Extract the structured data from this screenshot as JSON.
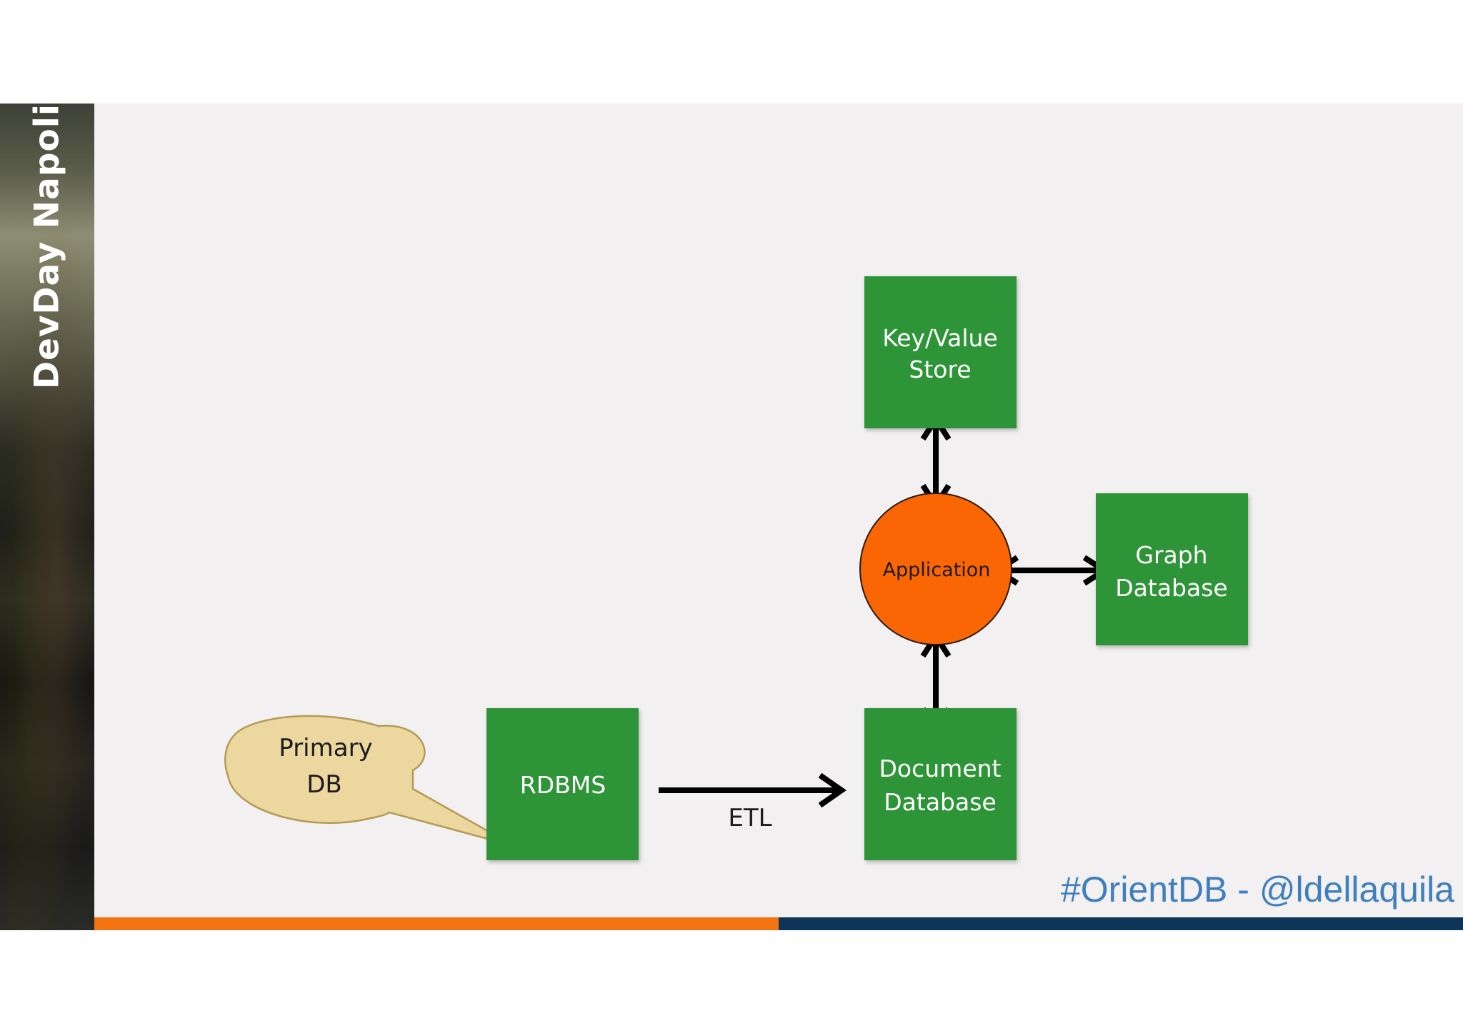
{
  "sidebar": {
    "title": "DevDay Napoli"
  },
  "footer": {
    "hashtag": "#OrientDB - @ldellaquila"
  },
  "colors": {
    "box_green": "#2f9437",
    "app_orange": "#fb6604",
    "callout_fill": "#ecd89f",
    "accent_orange": "#f37413",
    "accent_navy": "#0e3557",
    "hashtag_blue": "#3f7fbd"
  },
  "diagram": {
    "nodes": {
      "keyvalue": {
        "line1": "Key/Value",
        "line2": "Store"
      },
      "graph": {
        "line1": "Graph",
        "line2": "Database"
      },
      "document": {
        "line1": "Document",
        "line2": "Database"
      },
      "rdbms": {
        "label": "RDBMS"
      },
      "application": {
        "label": "Application"
      }
    },
    "callout": {
      "line1": "Primary",
      "line2": "DB"
    },
    "edges": [
      {
        "from": "application",
        "to": "keyvalue",
        "direction": "both"
      },
      {
        "from": "application",
        "to": "graph",
        "direction": "both"
      },
      {
        "from": "application",
        "to": "document",
        "direction": "both"
      },
      {
        "from": "rdbms",
        "to": "document",
        "direction": "forward",
        "label": "ETL"
      }
    ]
  }
}
